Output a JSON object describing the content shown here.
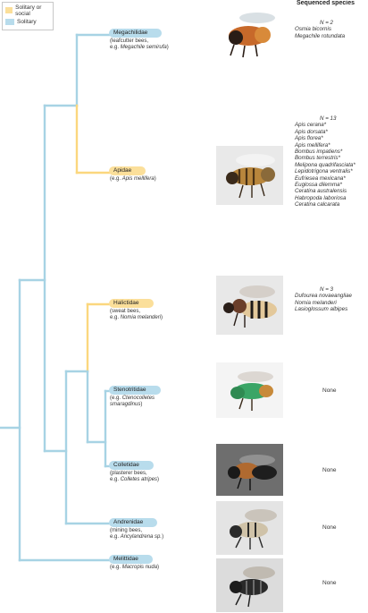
{
  "legend": {
    "social_label": "Solitary or social",
    "solitary_label": "Solitary",
    "social_color": "#fbdf9a",
    "solitary_color": "#b8dcec"
  },
  "header": {
    "title": "Sequenced species"
  },
  "families": [
    {
      "name": "Megachilidae",
      "desc_prefix": "(leafcutter bees,",
      "desc_example": "e.g. ",
      "desc_species": "Megachile semirufa",
      "desc_suffix": ")",
      "sociality": "solitary"
    },
    {
      "name": "Apidae",
      "desc_prefix": "",
      "desc_example": "(e.g. ",
      "desc_species": "Apis mellifera",
      "desc_suffix": ")",
      "sociality": "social"
    },
    {
      "name": "Halictidae",
      "desc_prefix": "(sweat bees,",
      "desc_example": "e.g. ",
      "desc_species": "Nomia melanderi",
      "desc_suffix": ")",
      "sociality": "social"
    },
    {
      "name": "Stenotritidae",
      "desc_prefix": "",
      "desc_example": "(e.g. ",
      "desc_species": "Ctenocolletes smaragdinus",
      "desc_suffix": ")",
      "sociality": "solitary"
    },
    {
      "name": "Colletidae",
      "desc_prefix": "(plasterer bees,",
      "desc_example": "e.g. ",
      "desc_species": "Colletes atripes",
      "desc_suffix": ")",
      "sociality": "solitary"
    },
    {
      "name": "Andrenidae",
      "desc_prefix": "(mining bees,",
      "desc_example": "e.g. ",
      "desc_species": "Ancylandrena sp.",
      "desc_suffix": ")",
      "sociality": "solitary"
    },
    {
      "name": "Melittidae",
      "desc_prefix": "",
      "desc_example": "(e.g. ",
      "desc_species": "Macropis nuda",
      "desc_suffix": ")",
      "sociality": "solitary"
    }
  ],
  "sequenced": [
    {
      "n": "N = 2",
      "species": [
        "Osmia bicornis",
        "Megachile rotundata"
      ]
    },
    {
      "n": "N = 13",
      "species": [
        "Apis cerana*",
        "Apis dorsata*",
        "Apis florea*",
        "Apis mellifera*",
        "Bombus impatiens*",
        "Bombus terrestris*",
        "Melipona quadrifasciata*",
        "Lepidotrigona ventralis*",
        "Eufriesea mexicana*",
        "Euglossa dilemma*",
        "Ceratina australensis",
        "Habropoda laboriosa",
        "Ceratina calcarata"
      ]
    },
    {
      "n": "N = 3",
      "species": [
        "Dufourea novaeangliae",
        "Nomia melanderi",
        "Lasioglossum albipes"
      ]
    },
    {
      "none": "None"
    },
    {
      "none": "None"
    },
    {
      "none": "None"
    },
    {
      "none": "None"
    }
  ]
}
